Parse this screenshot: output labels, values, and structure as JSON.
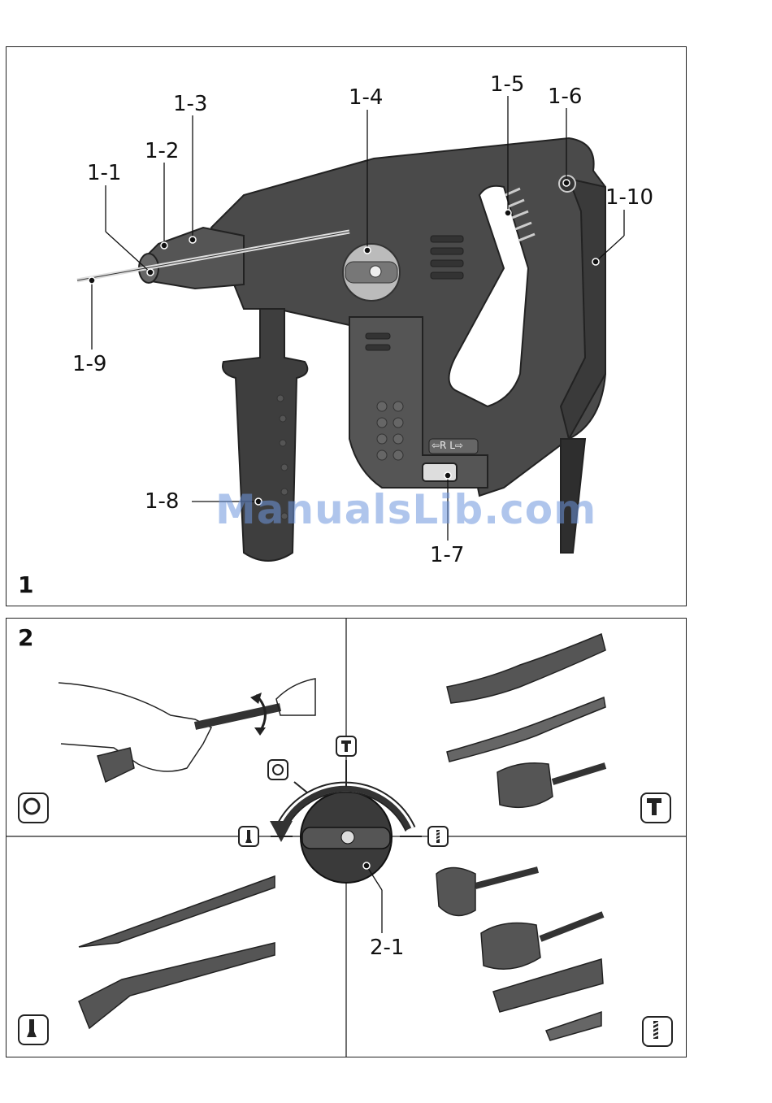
{
  "figure1": {
    "number": "1",
    "labels": {
      "l1_1": "1-1",
      "l1_2": "1-2",
      "l1_3": "1-3",
      "l1_4": "1-4",
      "l1_5": "1-5",
      "l1_6": "1-6",
      "l1_7": "1-7",
      "l1_8": "1-8",
      "l1_9": "1-9",
      "l1_10": "1-10"
    },
    "switch_text": "⇦R L⇨"
  },
  "figure2": {
    "number": "2",
    "labels": {
      "l2_1": "2-1"
    }
  },
  "watermark": "ManualsLib.com",
  "icons": [
    "stop-rotation-icon",
    "hammer-drill-icon",
    "chisel-icon",
    "drill-icon"
  ]
}
